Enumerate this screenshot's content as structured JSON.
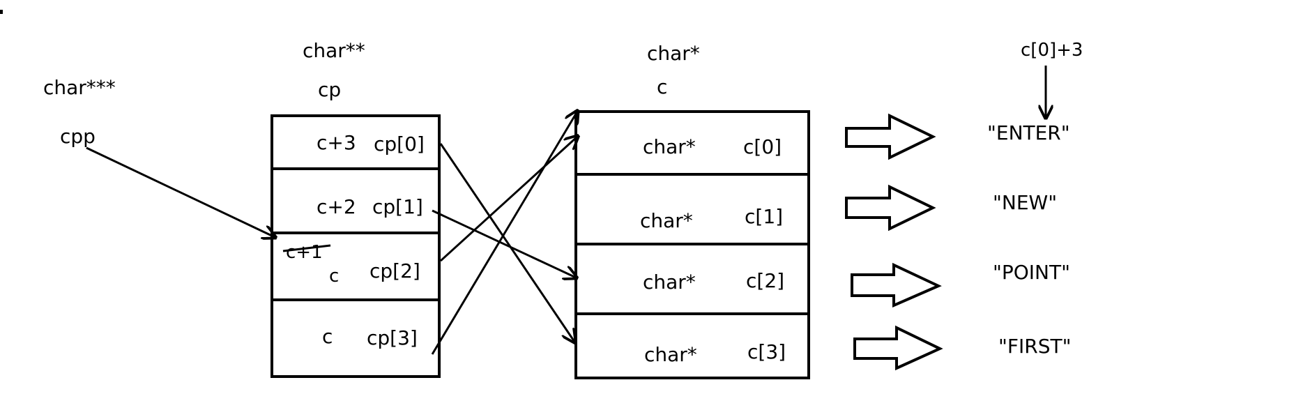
{
  "cpp": {
    "type": "char***",
    "name": "cpp"
  },
  "cp": {
    "type": "char**",
    "name": "cp",
    "cells": [
      {
        "value": "c+3",
        "label": "cp[0]"
      },
      {
        "value": "c+2",
        "label": "cp[1]"
      },
      {
        "struck": "c+1",
        "value": "c",
        "label": "cp[2]"
      },
      {
        "value": "c",
        "label": "cp[3]"
      }
    ]
  },
  "c": {
    "type": "char*",
    "name": "c",
    "cells": [
      {
        "type": "char*",
        "label": "c[0]"
      },
      {
        "type": "char*",
        "label": "c[1]"
      },
      {
        "type": "char*",
        "label": "c[2]"
      },
      {
        "type": "char*",
        "label": "c[3]"
      }
    ]
  },
  "strings": [
    "\"ENTER\"",
    "\"NEW\"",
    "\"POINT\"",
    "\"FIRST\""
  ],
  "annotation": "c[0]+3"
}
